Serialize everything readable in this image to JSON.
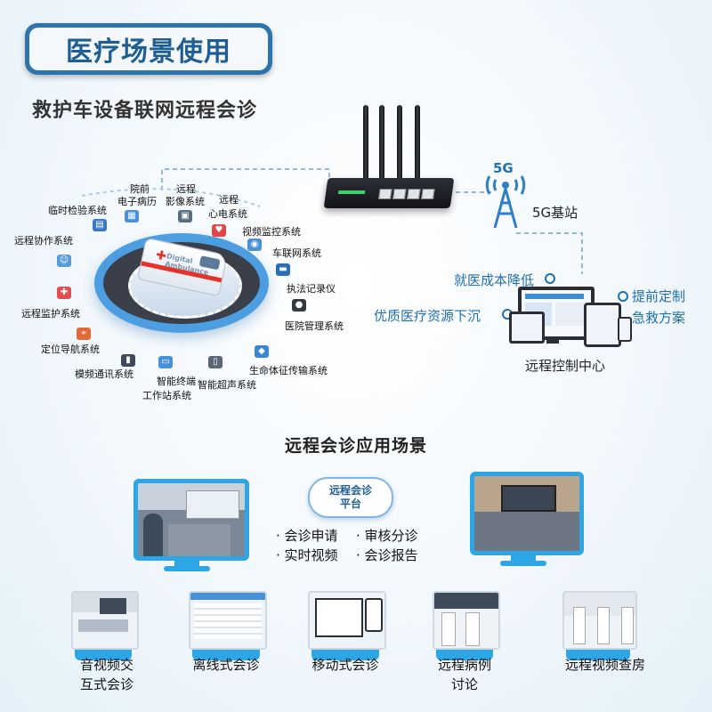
{
  "title": "医疗场景使用",
  "subtitle": "救护车设备联网远程会诊",
  "systems": {
    "remote_ecg_1": "院前",
    "remote_ecg_2": "电子病历",
    "imaging_1": "远程",
    "imaging_2": "影像系统",
    "ecg_1": "远程",
    "ecg_2": "心电系统",
    "lab": "临时检验系统",
    "collab": "远程协作系统",
    "video_monitor": "视频监控系统",
    "iov": "车联网系统",
    "recorder": "执法记录仪",
    "monitoring": "远程监护系统",
    "hospital_mgmt": "医院管理系统",
    "navigation": "定位导航系统",
    "vital_signs": "生命体征传输系统",
    "intercom": "模频通讯系统",
    "workstation_1": "智能终端",
    "workstation_2": "工作站系统",
    "ultrasound": "智能超声系统"
  },
  "ambulance_text": "Digital Ambulance",
  "base_station": {
    "tag": "5G",
    "label": "5G基站"
  },
  "benefits": {
    "cost": "就医成本降低",
    "resources": "优质医疗资源下沉",
    "custom_1": "提前定制",
    "custom_2": "急救方案"
  },
  "control_center": "远程控制中心",
  "section2_title": "远程会诊应用场景",
  "platform": {
    "line1": "远程会诊",
    "line2": "平台"
  },
  "features": {
    "f1": "· 会诊申请",
    "f2": "· 审核分诊",
    "f3": "· 实时视频",
    "f4": "· 会诊报告"
  },
  "scenarios": [
    {
      "line1": "音视频交",
      "line2": "互式会诊"
    },
    {
      "line1": "离线式会诊",
      "line2": ""
    },
    {
      "line1": "移动式会诊",
      "line2": ""
    },
    {
      "line1": "远程病例",
      "line2": "讨论"
    },
    {
      "line1": "远程视频查房",
      "line2": ""
    }
  ],
  "colors": {
    "accent_blue": "#2ea6e6",
    "title_blue": "#1f5e93",
    "benefit_blue": "#1f6fb2"
  }
}
